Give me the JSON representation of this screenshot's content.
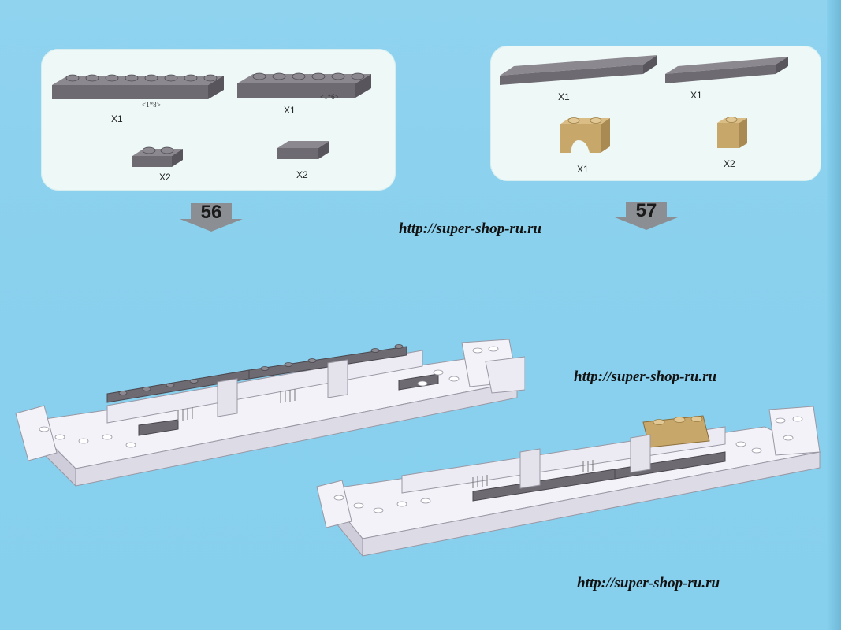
{
  "colors": {
    "background": "#88d0ee",
    "panel": "#eef8f7",
    "dark_gray_brick": "#6e6a72",
    "tan_brick": "#c8a86a",
    "white_brick": "#f1f0f6"
  },
  "step56": {
    "number": "56",
    "parts": [
      {
        "qty": "X1",
        "dim": "<1*8>",
        "color": "dark-gray",
        "shape": "plate-1x8"
      },
      {
        "qty": "X1",
        "dim": "<1*6>",
        "color": "dark-gray",
        "shape": "plate-1x6"
      },
      {
        "qty": "X2",
        "color": "dark-gray",
        "shape": "plate-1x2"
      },
      {
        "qty": "X2",
        "color": "dark-gray",
        "shape": "tile-1x2"
      }
    ]
  },
  "step57": {
    "number": "57",
    "parts": [
      {
        "qty": "X1",
        "color": "dark-gray",
        "shape": "tile-long"
      },
      {
        "qty": "X1",
        "color": "dark-gray",
        "shape": "tile-long"
      },
      {
        "qty": "X1",
        "color": "tan",
        "shape": "arch-brick"
      },
      {
        "qty": "X2",
        "color": "tan",
        "shape": "brick-1x1"
      }
    ]
  },
  "watermarks": [
    "http://super-shop-ru.ru",
    "http://super-shop-ru.ru",
    "http://super-shop-ru.ru"
  ]
}
